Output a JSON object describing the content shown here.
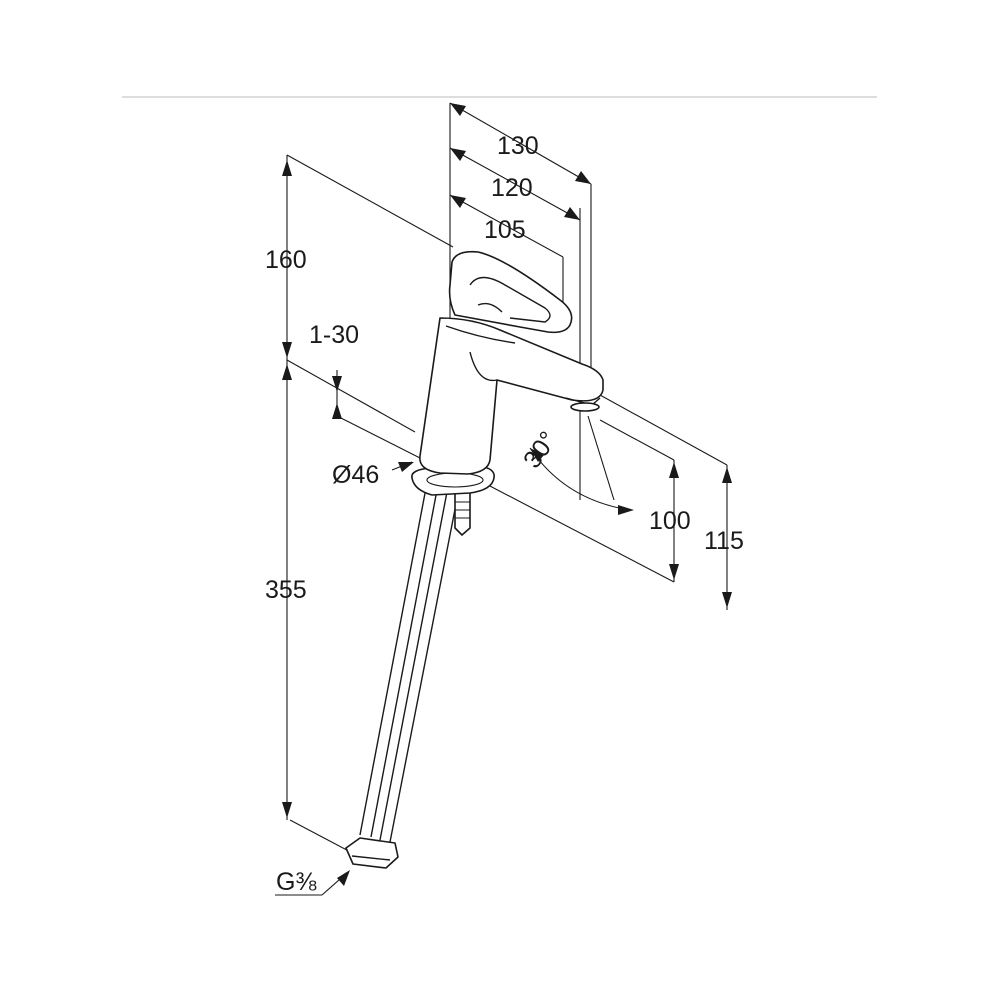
{
  "dimensions": {
    "width_130": "130",
    "width_120": "120",
    "width_105": "105",
    "height_160": "160",
    "range_1_30": "1-30",
    "diameter_46": "Ø46",
    "height_355": "355",
    "angle_30": "30°",
    "height_100": "100",
    "height_115": "115",
    "thread": "G⅜"
  },
  "colors": {
    "ink": "#1a1a1a",
    "background": "#ffffff",
    "top_rule": "#dddddd"
  }
}
